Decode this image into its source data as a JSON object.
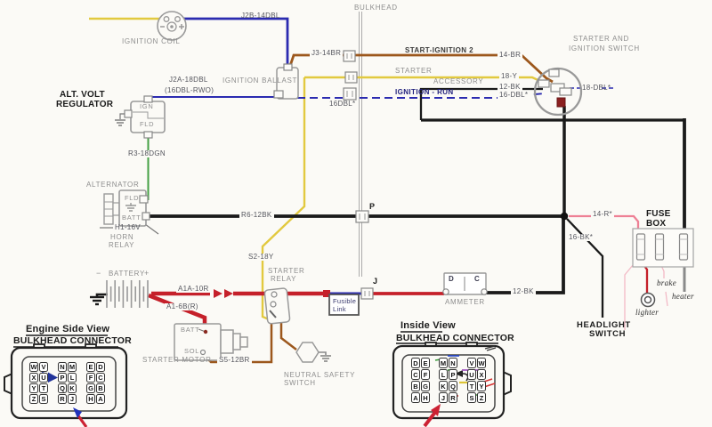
{
  "colors": {
    "wire_yellow": "#e2c93f",
    "wire_blue": "#2b2bb0",
    "wire_brown": "#9c571c",
    "wire_green": "#44a044",
    "wire_black": "#1a1a1a",
    "wire_red": "#c5202a",
    "wire_pink": "#ee8095",
    "wire_pink_light": "#f3bac6",
    "wire_gray": "#8a8a8a",
    "annotation_red": "#cc2233",
    "annotation_blue": "#2233bb",
    "annotation_green": "#3a9a3a",
    "annotation_purple": "#a055c0",
    "annotation_yellow": "#ddc435"
  },
  "labels": {
    "bulkhead": "BULKHEAD",
    "ignition_coil": "IGNITION COIL",
    "j2b_14dbl": "J2B-14DBL",
    "ignition_ballast": "IGNITION BALLAST",
    "j3_14br": "J3-14BR",
    "start_ignition_2": "START-IGNITION 2",
    "w_14br": "14-BR",
    "starter": "STARTER",
    "w_18y": "18-Y",
    "accessory": "ACCESSORY",
    "w_12bk_acc": "12-BK",
    "ignition_run": "IGNITION - RUN",
    "w_16dbl_sw": "16-DBL*",
    "w_16dbl_bh": "16DBL*",
    "switch_line1": "STARTER AND",
    "switch_line2": "IGNITION SWITCH",
    "w_18dbl": "18-DBL*",
    "j2a_18dbl": "J2A-18DBL",
    "j2a_alt": "(16DBL-RWO)",
    "avr_line1": "ALT. VOLT",
    "avr_line2": "REGULATOR",
    "reg_ign": "IGN",
    "reg_fld": "FLD",
    "r3_18dgn": "R3-18DGN",
    "alternator": "ALTERNATOR",
    "alt_fld": "FLD",
    "alt_batt": "BATT",
    "h1_16v": "H1-16V",
    "horn_line1": "HORN",
    "horn_line2": "RELAY",
    "r6_12bk": "R6-12BK",
    "p": "P",
    "s2_18y": "S2-18Y",
    "relay_line1": "STARTER",
    "relay_line2": "RELAY",
    "bat_minus": "−",
    "battery": "BATTERY",
    "bat_plus": "+",
    "a1a_10r": "A1A-10R",
    "a1_6br": "A1-6B(R)",
    "motor_batt": "BATT",
    "motor_sol": "SOL",
    "starter_motor": "STARTER MOTOR",
    "s5_12br": "S5-12BR",
    "nss_line1": "NEUTRAL SAFETY",
    "nss_line2": "SWITCH",
    "fusible_line1": "Fusible",
    "fusible_line2": "Link",
    "j": "J",
    "ammeter": "AMMETER",
    "amm_d": "D",
    "amm_c": "C",
    "w_12bk_amm": "12-BK",
    "w_14r": "14-R*",
    "w_16bk": "16-BK*",
    "fuse_line1": "FUSE",
    "fuse_line2": "BOX",
    "brake": "brake",
    "lighter": "lighter",
    "heater": "heater",
    "hl_line1": "HEADLIGHT",
    "hl_line2": "SWITCH"
  },
  "connectors": {
    "engine": {
      "title": "Engine Side View",
      "subtitle": "BULKHEAD CONNECTOR",
      "blocks": [
        [
          [
            "W",
            "V"
          ],
          [
            "X",
            "U"
          ],
          [
            "Y",
            "T"
          ],
          [
            "Z",
            "S"
          ]
        ],
        [
          [
            "N",
            "M"
          ],
          [
            "P",
            "L"
          ],
          [
            "Q",
            "K"
          ],
          [
            "R",
            "J"
          ]
        ],
        [
          [
            "E",
            "D"
          ],
          [
            "F",
            "C"
          ],
          [
            "G",
            "B"
          ],
          [
            "H",
            "A"
          ]
        ]
      ]
    },
    "inside": {
      "title": "Inside View",
      "subtitle": "BULKHEAD CONNECTOR",
      "blocks": [
        [
          [
            "D",
            "E"
          ],
          [
            "C",
            "F"
          ],
          [
            "B",
            "G"
          ],
          [
            "A",
            "H"
          ]
        ],
        [
          [
            "M",
            "N"
          ],
          [
            "L",
            "P"
          ],
          [
            "K",
            "Q"
          ],
          [
            "J",
            "R"
          ]
        ],
        [
          [
            "V",
            "W"
          ],
          [
            "U",
            "X"
          ],
          [
            "T",
            "Y"
          ],
          [
            "S",
            "Z"
          ]
        ]
      ]
    }
  }
}
